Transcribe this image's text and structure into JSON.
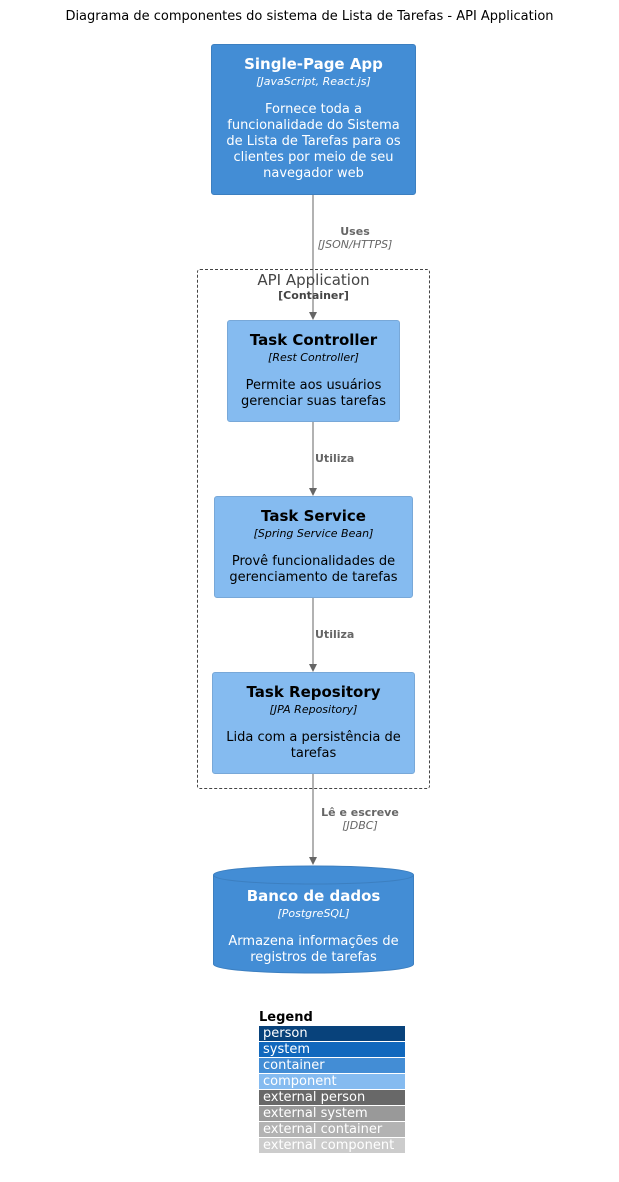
{
  "title": "Diagrama de componentes do sistema de Lista de Tarefas - API Application",
  "spa": {
    "name": "Single-Page App",
    "tech": "[JavaScript, React.js]",
    "desc_lines": [
      "Fornece toda a",
      "funcionalidade do Sistema",
      "de Lista de Tarefas para os",
      "clientes por meio de seu",
      "navegador web"
    ]
  },
  "rel_uses": {
    "label": "Uses",
    "tech": "[JSON/HTTPS]"
  },
  "boundary": {
    "title": "API Application",
    "tag": "[Container]"
  },
  "controller": {
    "name": "Task Controller",
    "tech": "[Rest Controller]",
    "desc_lines": [
      "Permite aos usuários",
      "gerenciar suas tarefas"
    ]
  },
  "rel_util1": {
    "label": "Utiliza"
  },
  "service": {
    "name": "Task Service",
    "tech": "[Spring Service Bean]",
    "desc_lines": [
      "Provê funcionalidades de",
      "gerenciamento de tarefas"
    ]
  },
  "rel_util2": {
    "label": "Utiliza"
  },
  "repository": {
    "name": "Task Repository",
    "tech": "[JPA Repository]",
    "desc_lines": [
      "Lida com a persistência de",
      "tarefas"
    ]
  },
  "rel_db": {
    "label": "Lê e escreve",
    "tech": "[JDBC]"
  },
  "database": {
    "name": "Banco de dados",
    "tech": "[PostgreSQL]",
    "desc_lines": [
      "Armazena informações de",
      "registros de tarefas"
    ]
  },
  "legend": {
    "title": "Legend",
    "items": [
      {
        "label": "person",
        "color": "#08427B",
        "text_color": "#ffffff"
      },
      {
        "label": "system",
        "color": "#1168BD",
        "text_color": "#ffffff"
      },
      {
        "label": "container",
        "color": "#438DD5",
        "text_color": "#ffffff"
      },
      {
        "label": "component",
        "color": "#85BBF0",
        "text_color": "#ffffff"
      },
      {
        "label": "external person",
        "color": "#686868",
        "text_color": "#ffffff"
      },
      {
        "label": "external system",
        "color": "#999999",
        "text_color": "#ffffff"
      },
      {
        "label": "external container",
        "color": "#B3B3B3",
        "text_color": "#ffffff"
      },
      {
        "label": "external component",
        "color": "#CCCCCC",
        "text_color": "#ffffff"
      }
    ]
  },
  "colors": {
    "container": "#438DD5",
    "component": "#85BBF0",
    "arrow": "#666666"
  }
}
